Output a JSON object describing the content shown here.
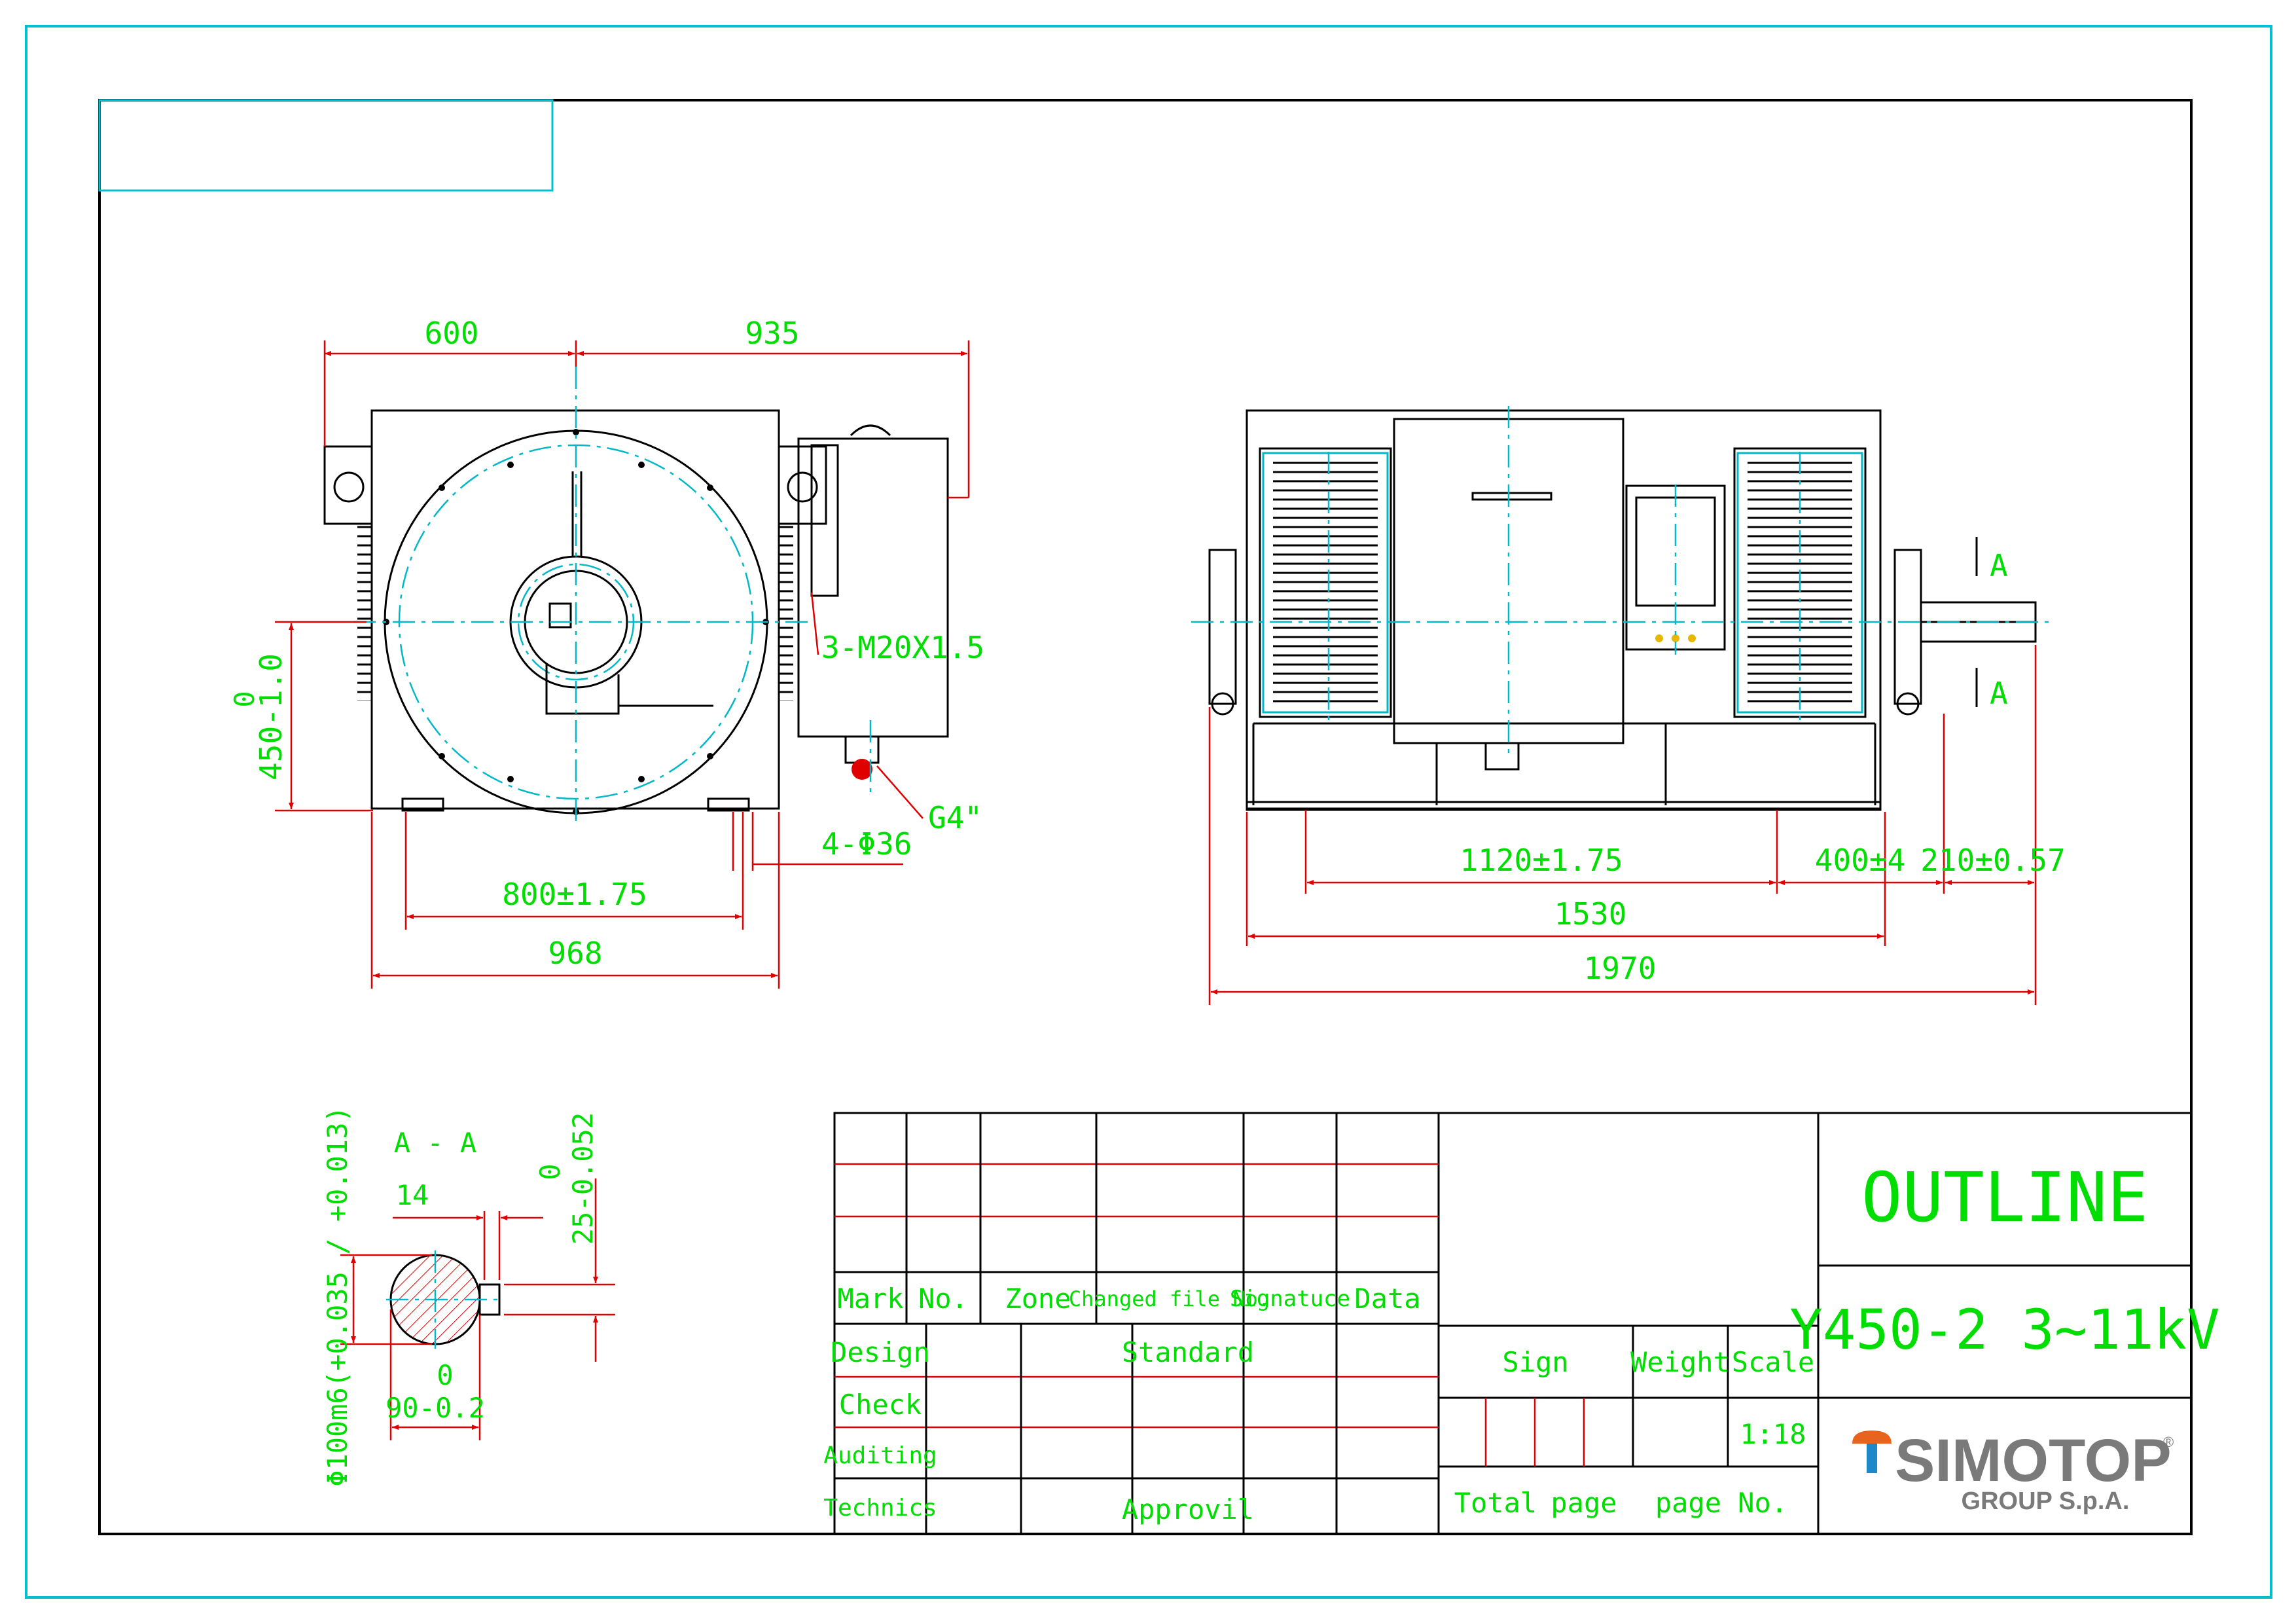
{
  "front_view": {
    "dim_600": "600",
    "dim_935": "935",
    "dim_height": "450-1.0",
    "dim_height_tol": "0",
    "dim_800": "800±1.75",
    "dim_968": "968",
    "cable_entries": "3-M20X1.5",
    "gland": "G4\"",
    "holes": "4-Φ36"
  },
  "side_view": {
    "section_a_top": "A",
    "section_a_bottom": "A",
    "dim_1120": "1120±1.75",
    "dim_400": "400±4",
    "dim_210": "210±0.57",
    "dim_1530": "1530",
    "dim_1970": "1970"
  },
  "section_aa": {
    "title": "A - A",
    "dim_14": "14",
    "dim_25": "25-0.052",
    "dim_25_tol": "0",
    "dim_shaft": "Φ100m6(+0.035 / +0.013)",
    "dim_90": "90-0.2",
    "dim_90_tol": "0"
  },
  "title_block": {
    "rev_headers": [
      "Mark",
      "No.",
      "Zone",
      "Changed file No.",
      "Signatuce",
      "Data"
    ],
    "design": "Design",
    "check": "Check",
    "auditing": "Auditing",
    "technics": "Technics",
    "standard": "Standard",
    "approvil": "Approvil",
    "sign": "Sign",
    "weight": "Weight",
    "scale": "Scale",
    "scale_value": "1:18",
    "total": "Total",
    "page": "page",
    "page_no": "page No.",
    "drawing_title": "OUTLINE",
    "model": "Y450-2 3~11kV",
    "company_name": "SIMOTOP",
    "company_sub": "GROUP S.p.A.",
    "company_mark": "®"
  },
  "colors": {
    "text": "#00dd00",
    "dimension_lines": "#e00000",
    "centerlines": "#00b8c8",
    "outline": "#000000",
    "logo_orange": "#e8641e",
    "logo_blue": "#1e88c8",
    "logo_gray": "#7a7a7a"
  }
}
